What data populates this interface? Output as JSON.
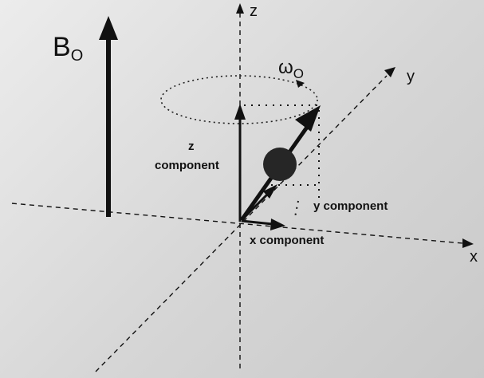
{
  "labels": {
    "b_main": "B",
    "b_sub": "O",
    "omega_main": "ω",
    "omega_sub": "O",
    "axis_z": "z",
    "axis_x": "x",
    "axis_y": "y",
    "z_component_line1": "z",
    "z_component_line2": "component",
    "y_component": "y component",
    "x_component": "x component"
  }
}
